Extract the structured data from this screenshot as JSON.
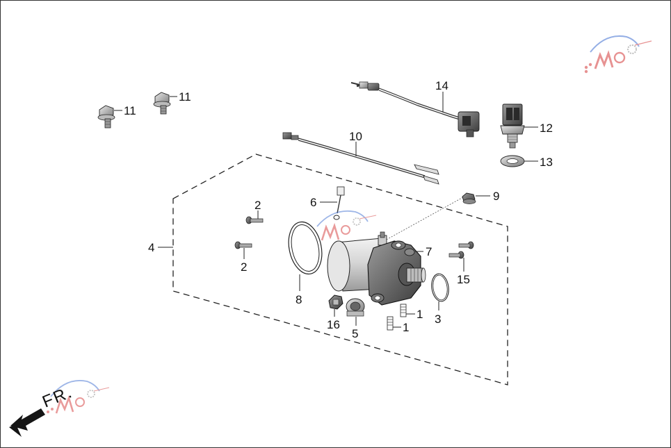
{
  "diagram": {
    "labels": {
      "l1a": "1",
      "l1b": "1",
      "l2a": "2",
      "l2b": "2",
      "l3": "3",
      "l4": "4",
      "l5": "5",
      "l6": "6",
      "l7": "7",
      "l8": "8",
      "l9": "9",
      "l10": "10",
      "l11a": "11",
      "l11b": "11",
      "l12": "12",
      "l13": "13",
      "l14": "14",
      "l15": "15",
      "l16": "16"
    },
    "direction_text": "FR.",
    "colors": {
      "line": "#222222",
      "part_dark": "#555555",
      "part_mid": "#8a8a8a",
      "part_light": "#cfcfcf",
      "watermark_red": "#d43a3a",
      "watermark_blue": "#3f6fd1"
    }
  }
}
